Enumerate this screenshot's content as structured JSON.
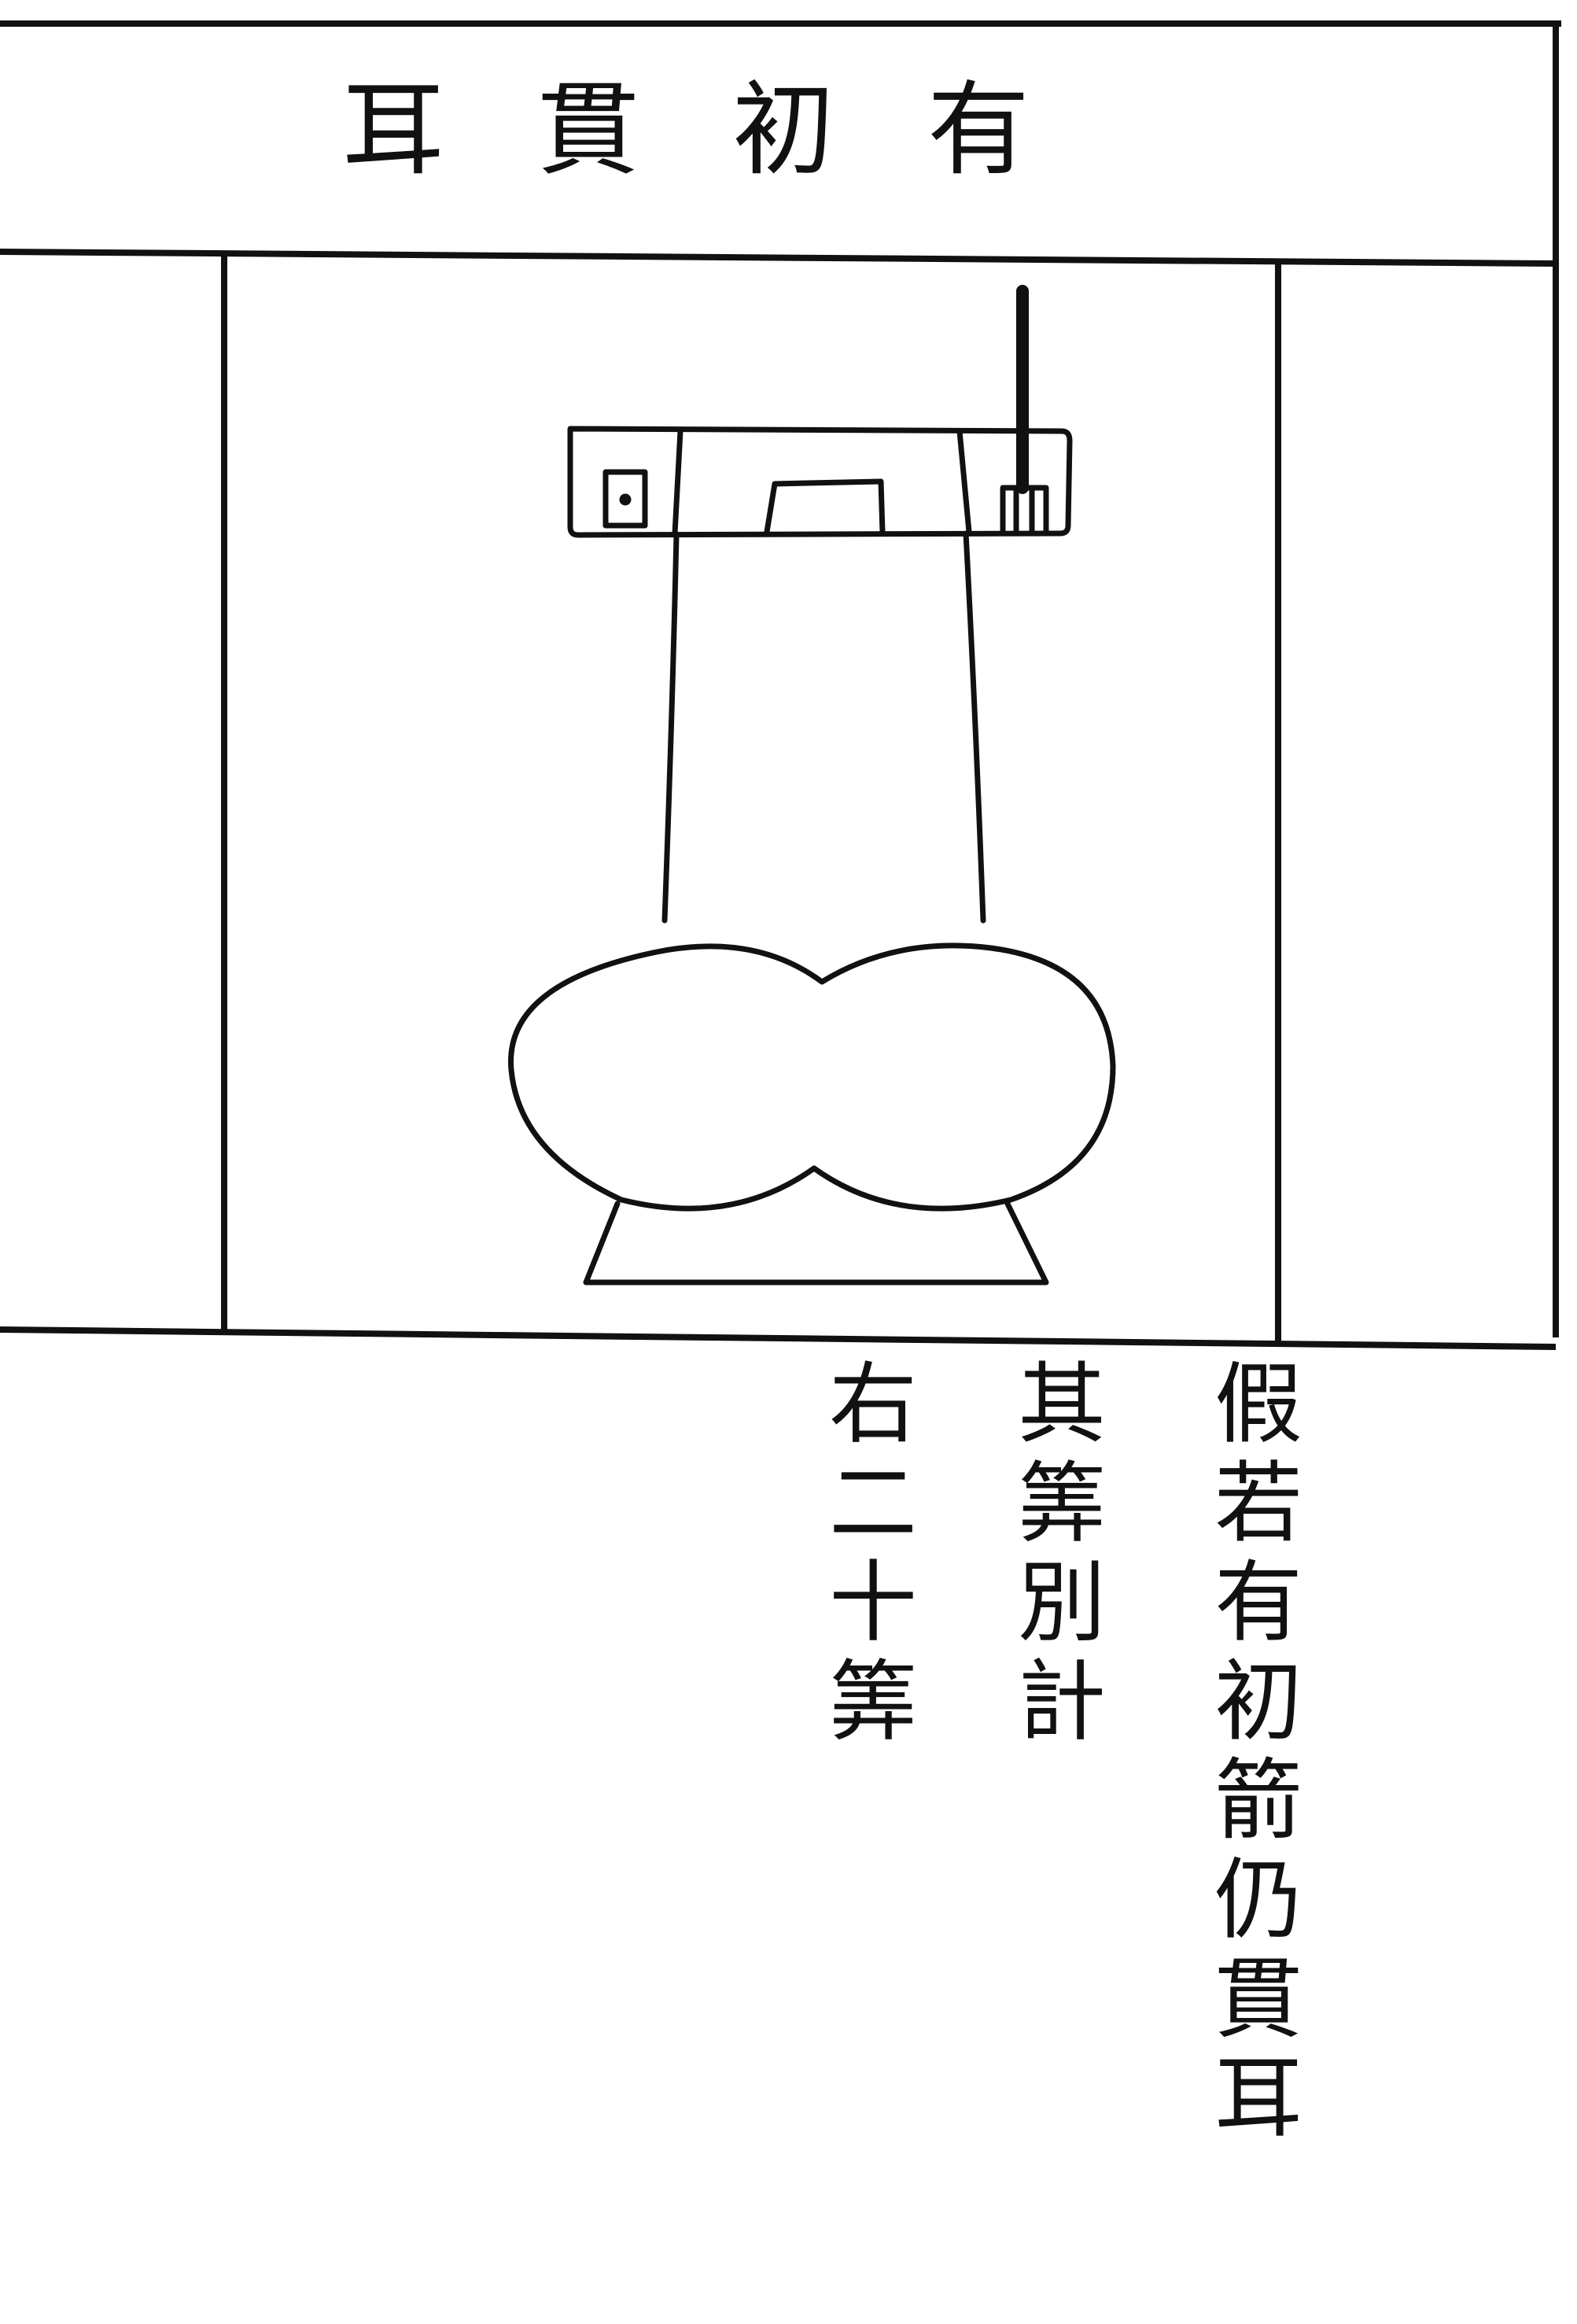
{
  "diagram": {
    "title": "有初貫耳",
    "subject": "vase-target-illustration"
  },
  "notes": {
    "column_1": "假若有初箭仍貫耳",
    "column_2": "其筭別計",
    "column_3": "右二十筭"
  }
}
